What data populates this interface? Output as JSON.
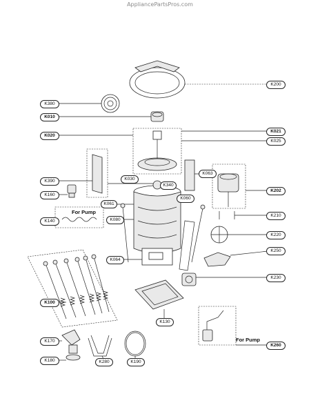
{
  "watermark": "AppliancePartsPros.com",
  "notes": {
    "pump_left": "For Pump",
    "pump_right": "For Pump"
  },
  "callouts": {
    "K200": "K200",
    "K380": "K380",
    "K010": "K010",
    "K020": "K020",
    "K021": "K021",
    "K025": "K025",
    "K030": "K030",
    "K340": "K340",
    "K063": "K063",
    "K202": "K202",
    "K390": "K390",
    "K160": "K160",
    "K061": "K061",
    "K060": "K060",
    "K210": "K210",
    "K140": "K140",
    "K080": "K080",
    "K220": "K220",
    "K250": "K250",
    "K064": "K064",
    "K230": "K230",
    "K100": "K100",
    "K130": "K130",
    "K170": "K170",
    "K260": "K260",
    "K180": "K180",
    "K280": "K280",
    "K190": "K190"
  }
}
